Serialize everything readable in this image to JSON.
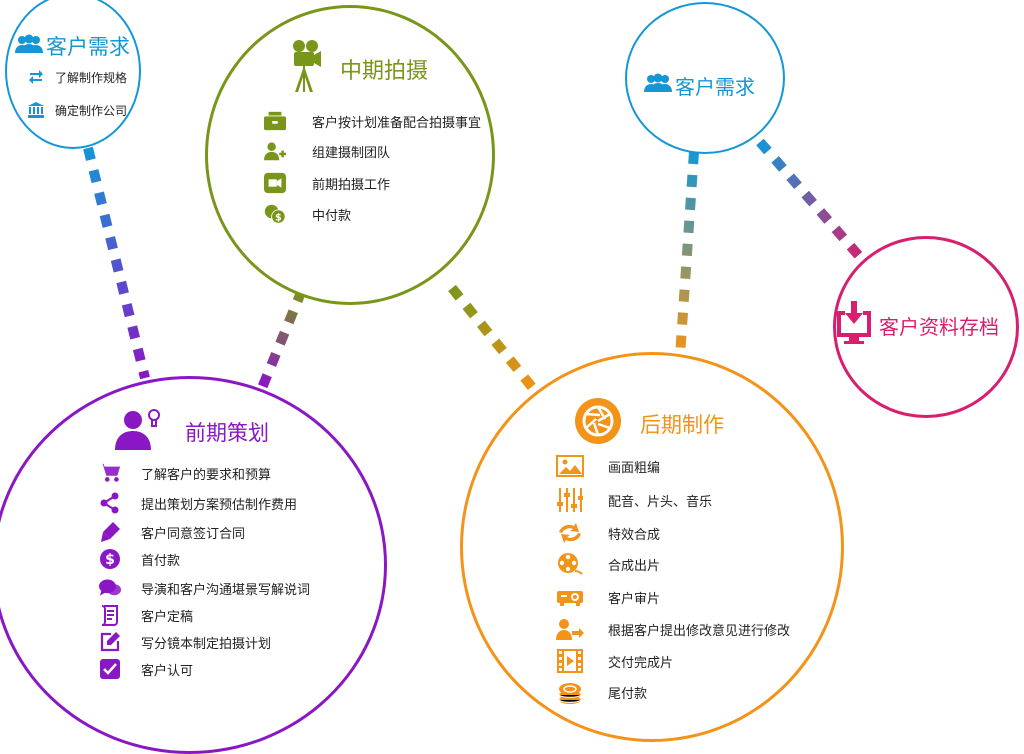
{
  "colors": {
    "blue": "#1597d6",
    "green": "#7a961a",
    "purple": "#8a17c4",
    "orange": "#f39318",
    "magenta": "#d81e6e"
  },
  "nodes": {
    "top_left": {
      "title": "客户需求",
      "icon": "users-icon",
      "items": [
        {
          "label": "了解制作规格",
          "icon": "exchange-icon"
        },
        {
          "label": "确定制作公司",
          "icon": "bank-icon"
        }
      ]
    },
    "mid_shoot": {
      "title": "中期拍摄",
      "icon": "movie-camera-icon",
      "items": [
        {
          "label": "客户按计划准备配合拍摄事宜",
          "icon": "toolbox-icon"
        },
        {
          "label": "组建摄制团队",
          "icon": "add-user-icon"
        },
        {
          "label": "前期拍摄工作",
          "icon": "video-camera-icon"
        },
        {
          "label": "中付款",
          "icon": "coins-icon"
        }
      ]
    },
    "top_right": {
      "title": "客户需求",
      "icon": "users-icon"
    },
    "archive": {
      "title": "客户资料存档",
      "icon": "download-monitor-icon"
    },
    "pre_plan": {
      "title": "前期策划",
      "icon": "person-idea-icon",
      "items": [
        {
          "label": "了解客户的要求和预算",
          "icon": "cart-icon"
        },
        {
          "label": "提出策划方案预估制作费用",
          "icon": "share-icon"
        },
        {
          "label": "客户同意签订合同",
          "icon": "pen-icon"
        },
        {
          "label": "首付款",
          "icon": "dollar-icon"
        },
        {
          "label": "导演和客户沟通堪景写解说词",
          "icon": "chat-icon"
        },
        {
          "label": "客户定稿",
          "icon": "scroll-icon"
        },
        {
          "label": "写分镜本制定拍摄计划",
          "icon": "edit-icon"
        },
        {
          "label": "客户认可",
          "icon": "checkbox-icon"
        }
      ]
    },
    "post": {
      "title": "后期制作",
      "icon": "aperture-icon",
      "items": [
        {
          "label": "画面粗编",
          "icon": "image-icon"
        },
        {
          "label": "配音、片头、音乐",
          "icon": "mixer-icon"
        },
        {
          "label": "特效合成",
          "icon": "effects-icon"
        },
        {
          "label": "合成出片",
          "icon": "film-reel-icon"
        },
        {
          "label": "客户审片",
          "icon": "projector-icon"
        },
        {
          "label": "根据客户提出修改意见进行修改",
          "icon": "user-arrow-icon"
        },
        {
          "label": "交付完成片",
          "icon": "film-strip-icon"
        },
        {
          "label": "尾付款",
          "icon": "coin-stack-icon"
        }
      ]
    }
  }
}
